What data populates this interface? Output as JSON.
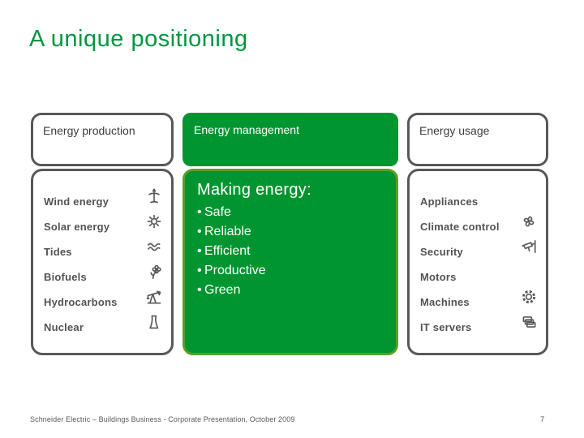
{
  "slide": {
    "title": "A unique positioning",
    "footer": "Schneider Electric – Buildings Business - Corporate Presentation, October 2009",
    "page_number": "7"
  },
  "colors": {
    "brand_green": "#009530",
    "title_green": "#00963f",
    "green_box_border": "#5a9e28",
    "gray_border": "#58585b",
    "item_text_gray": "#535356"
  },
  "columns": {
    "production": {
      "header": "Energy production",
      "items": [
        {
          "label": "Wind energy",
          "icon": "wind-turbine-icon"
        },
        {
          "label": "Solar energy",
          "icon": "sun-icon"
        },
        {
          "label": "Tides",
          "icon": "waves-icon"
        },
        {
          "label": "Biofuels",
          "icon": "plant-flower-icon"
        },
        {
          "label": "Hydrocarbons",
          "icon": "oil-pump-icon"
        },
        {
          "label": "Nuclear",
          "icon": "cooling-tower-icon"
        }
      ]
    },
    "management": {
      "header": "Energy management",
      "heading": "Making energy:",
      "bullet": "•",
      "bullets": [
        "Safe",
        "Reliable",
        "Efficient",
        "Productive",
        "Green"
      ]
    },
    "usage": {
      "header": "Energy usage",
      "items": [
        {
          "label": "Appliances",
          "icon": ""
        },
        {
          "label": "Climate control",
          "icon": "fan-icon"
        },
        {
          "label": "Security",
          "icon": "security-camera-icon"
        },
        {
          "label": "Motors",
          "icon": ""
        },
        {
          "label": "Machines",
          "icon": "gear-icon"
        },
        {
          "label": "IT servers",
          "icon": "servers-icon"
        }
      ]
    }
  }
}
